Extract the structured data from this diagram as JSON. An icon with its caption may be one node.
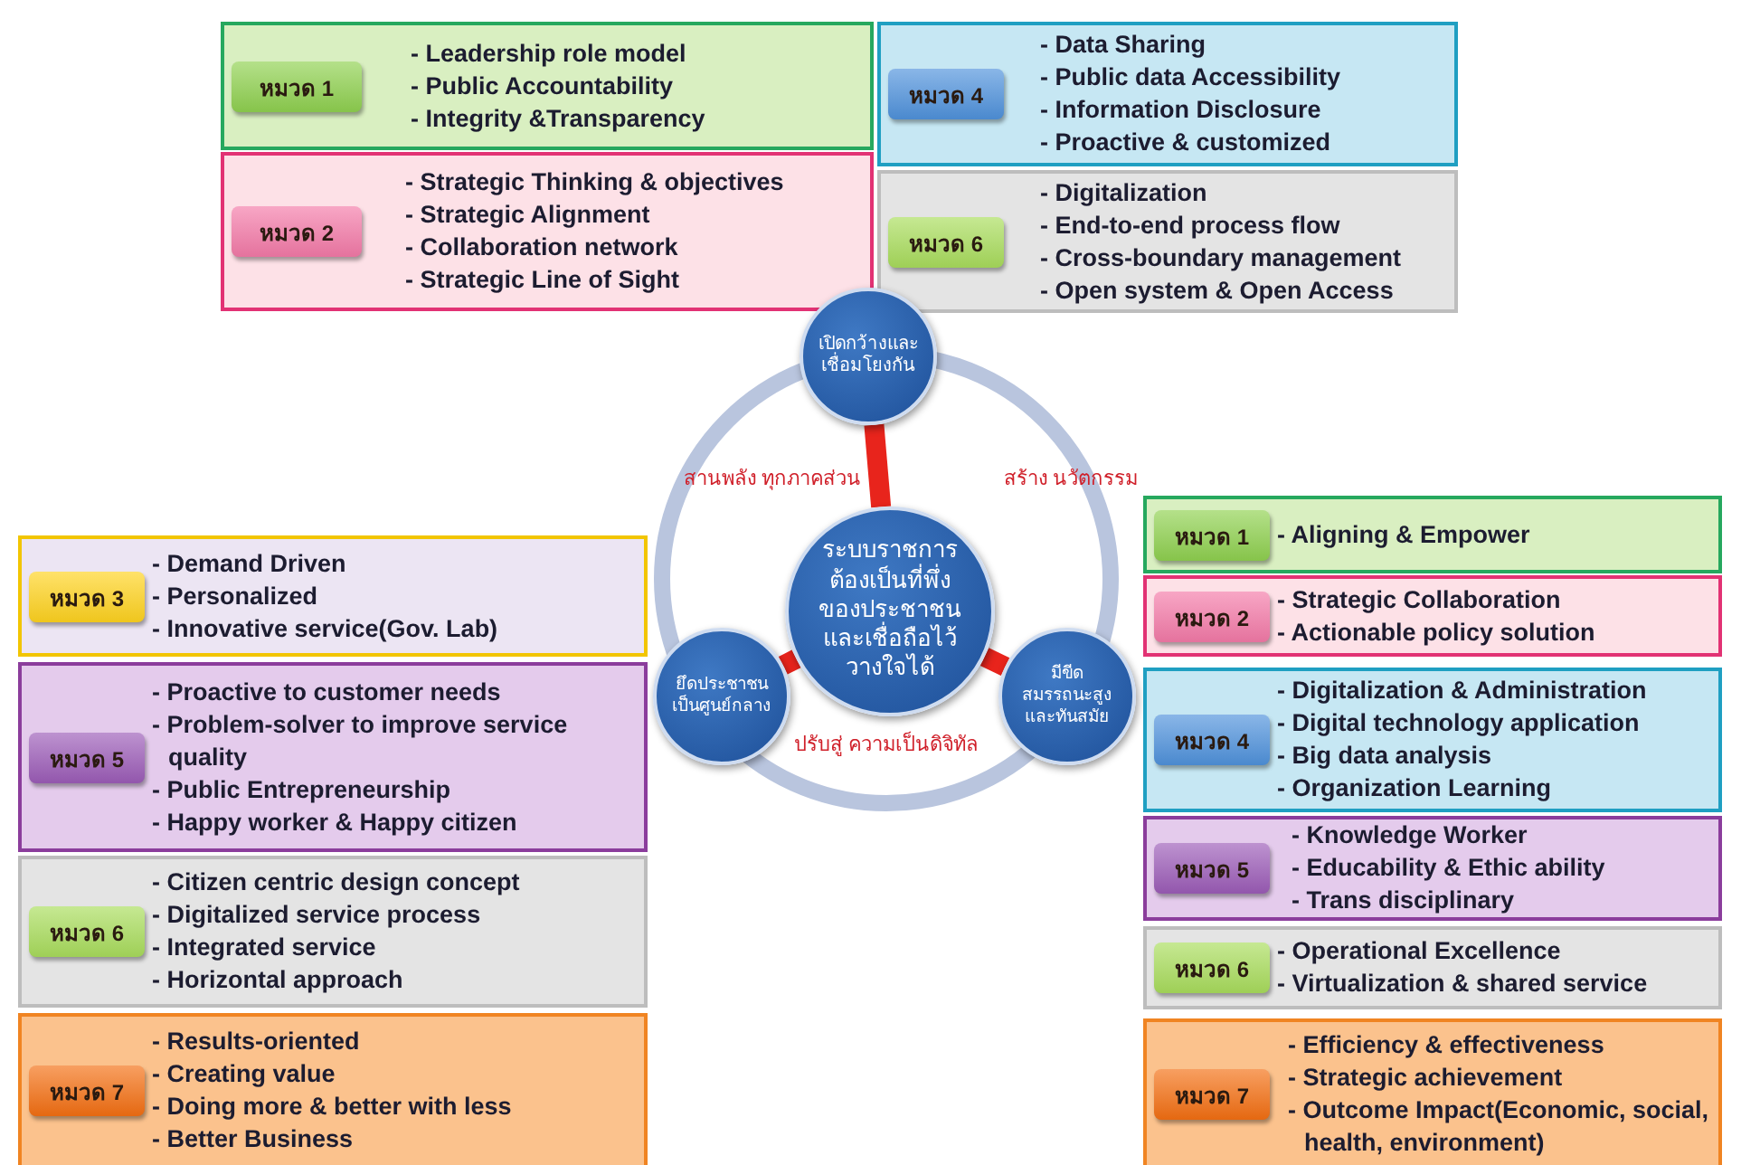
{
  "diagram": {
    "nodes": [
      {
        "text": [
          "- Leadership role model",
          "- Public Accountability",
          "- Integrity &Transparency"
        ]
      },
      {
        "text": [
          "หมวด 1"
        ],
        "in": 0
      },
      {
        "text": [
          "- Data Sharing",
          "- Public data Accessibility",
          "- Information Disclosure",
          "- Proactive & customized"
        ]
      },
      {
        "text": [
          "หมวด 4"
        ],
        "in": 2
      },
      {
        "text": [
          "- Strategic Thinking & objectives",
          "- Strategic Alignment",
          "- Collaboration network",
          "- Strategic Line of Sight"
        ]
      },
      {
        "text": [
          "หมวด 2"
        ],
        "in": 4
      },
      {
        "text": [
          "- Digitalization",
          "- End-to-end process flow",
          "- Cross-boundary management",
          "- Open system & Open Access"
        ]
      },
      {
        "text": [
          "หมวด 6"
        ],
        "in": 6
      },
      {
        "text": [
          "เปิดกว้างและเชื่อมโยงกัน"
        ]
      },
      {
        "text": [
          "ระบบราชการต้องเป็นที่พึ่งของประชาชนและเชื่อถือไว้วางใจได้"
        ]
      },
      {
        "text": [
          "ยึดประชาชนเป็นศูนย์กลาง"
        ]
      },
      {
        "text": [
          "มีขีดสมรรถนะสูงและทันสมัย"
        ]
      },
      {
        "text": [
          "- Demand Driven",
          "- Personalized",
          "- Innovative service(Gov. Lab)"
        ]
      },
      {
        "text": [
          "หมวด 3"
        ],
        "in": 12
      },
      {
        "text": [
          "- Proactive to customer needs",
          "- Problem-solver to improve service quality",
          "- Public Entrepreneurship",
          "- Happy worker & Happy citizen"
        ]
      },
      {
        "text": [
          "หมวด 5"
        ],
        "in": 14
      },
      {
        "text": [
          "- Citizen centric design concept",
          "- Digitalized service process",
          "- Integrated service",
          "- Horizontal approach"
        ]
      },
      {
        "text": [
          "หมวด 6"
        ],
        "in": 16
      },
      {
        "text": [
          "- Results-oriented",
          "- Creating value",
          "- Doing more & better with less",
          "- Better Business"
        ]
      },
      {
        "text": [
          "หมวด 7"
        ],
        "in": 18
      },
      {
        "text": [
          "- Aligning & Empower"
        ]
      },
      {
        "text": [
          "หมวด 1"
        ],
        "in": 20
      },
      {
        "text": [
          "- Strategic Collaboration",
          "- Actionable policy solution"
        ]
      },
      {
        "text": [
          "หมวด 2"
        ],
        "in": 22
      },
      {
        "text": [
          "- Digitalization & Administration",
          "- Digital technology application",
          "- Big data analysis",
          "- Organization Learning"
        ]
      },
      {
        "text": [
          "หมวด 4"
        ],
        "in": 24
      },
      {
        "text": [
          "- Knowledge Worker",
          "- Educability & Ethic ability",
          "- Trans disciplinary"
        ]
      },
      {
        "text": [
          "หมวด 5"
        ],
        "in": 26
      },
      {
        "text": [
          "- Operational Excellence",
          "- Virtualization & shared service"
        ]
      },
      {
        "text": [
          "หมวด 6"
        ],
        "in": 28
      },
      {
        "text": [
          "- Efficiency & effectiveness",
          "- Strategic achievement",
          "- Outcome Impact(Economic, social, health, environment)"
        ]
      },
      {
        "text": [
          "หมวด 7"
        ],
        "in": 30
      }
    ],
    "edges": [
      {
        "from": 9,
        "to": 8,
        "arrow": "none"
      },
      {
        "from": 9,
        "to": 10,
        "arrow": "none"
      },
      {
        "from": 9,
        "to": 11,
        "arrow": "none"
      }
    ],
    "labels": [
      "สานพลัง ทุกภาคส่วน",
      "สร้าง นวัตกรรม",
      "ปรับสู่ ความเป็นดิจิทัล"
    ]
  }
}
